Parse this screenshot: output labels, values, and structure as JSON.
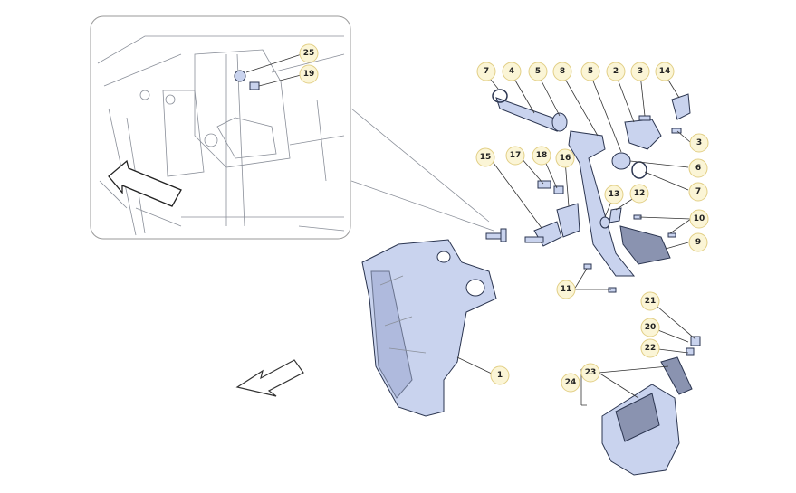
{
  "diagram": {
    "callouts": [
      {
        "id": "c25",
        "label": "25"
      },
      {
        "id": "c19",
        "label": "19"
      },
      {
        "id": "c7a",
        "label": "7"
      },
      {
        "id": "c4",
        "label": "4"
      },
      {
        "id": "c5a",
        "label": "5"
      },
      {
        "id": "c8",
        "label": "8"
      },
      {
        "id": "c5b",
        "label": "5"
      },
      {
        "id": "c2",
        "label": "2"
      },
      {
        "id": "c3a",
        "label": "3"
      },
      {
        "id": "c14",
        "label": "14"
      },
      {
        "id": "c3b",
        "label": "3"
      },
      {
        "id": "c6",
        "label": "6"
      },
      {
        "id": "c7b",
        "label": "7"
      },
      {
        "id": "c15",
        "label": "15"
      },
      {
        "id": "c17",
        "label": "17"
      },
      {
        "id": "c18",
        "label": "18"
      },
      {
        "id": "c16",
        "label": "16"
      },
      {
        "id": "c13",
        "label": "13"
      },
      {
        "id": "c12",
        "label": "12"
      },
      {
        "id": "c10",
        "label": "10"
      },
      {
        "id": "c9",
        "label": "9"
      },
      {
        "id": "c11",
        "label": "11"
      },
      {
        "id": "c1",
        "label": "1"
      },
      {
        "id": "c21",
        "label": "21"
      },
      {
        "id": "c20",
        "label": "20"
      },
      {
        "id": "c22",
        "label": "22"
      },
      {
        "id": "c23",
        "label": "23"
      },
      {
        "id": "c24",
        "label": "24"
      }
    ],
    "colors": {
      "part_fill": "#c9d3ee",
      "callout_fill": "#fbf5d6",
      "callout_stroke": "#e2cf86"
    },
    "icons": [
      "direction-arrow-icon"
    ]
  }
}
